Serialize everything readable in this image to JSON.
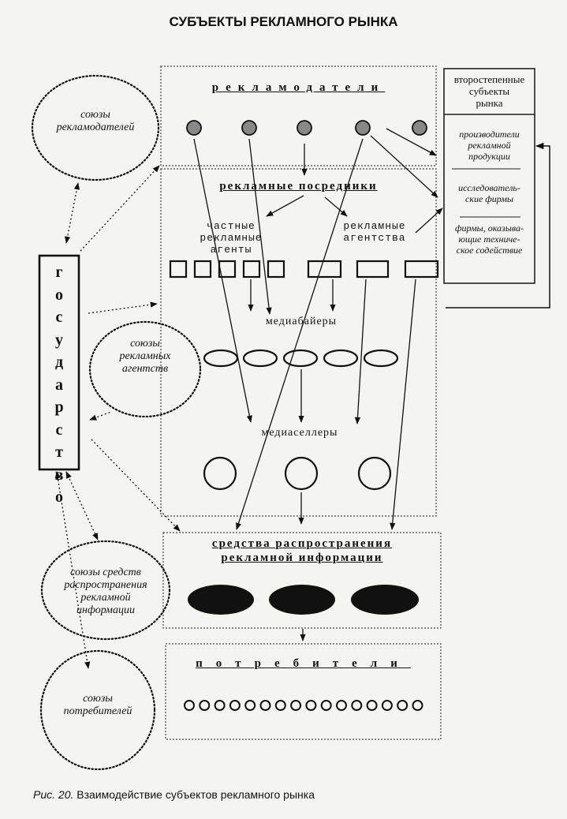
{
  "title": "СУБЪЕКТЫ РЕКЛАМНОГО РЫНКА",
  "sections": {
    "advertisers": "рекламодатели",
    "intermediaries": "рекламные посредники",
    "private_agents": "частные\nрекламные\nагенты",
    "agencies": "рекламные\nагентства",
    "media_buyers": "медиабайеры",
    "media_sellers": "медиаселлеры",
    "distribution_line1": "средства распространения",
    "distribution_line2": "рекламной информации",
    "consumers": "потребители"
  },
  "secondary": {
    "heading": "второстепенные\nсубъекты\nрынка",
    "items": [
      "производители\nрекламной\nпродукции",
      "исследователь-\nские фирмы",
      "фирмы, оказыва-\nющие техниче-\nское содействие"
    ]
  },
  "government": "государство",
  "unions": {
    "advertisers": "союзы\nрекламодателей",
    "agencies": "союзы\nрекламных\nагентств",
    "media": "союзы средств\nраспространения\nрекламной\nинформации",
    "consumers": "союзы\nпотребителей"
  },
  "caption": {
    "prefix": "Рис.",
    "number": "20.",
    "text": "Взаимодействие субъектов рекламного рынка"
  }
}
